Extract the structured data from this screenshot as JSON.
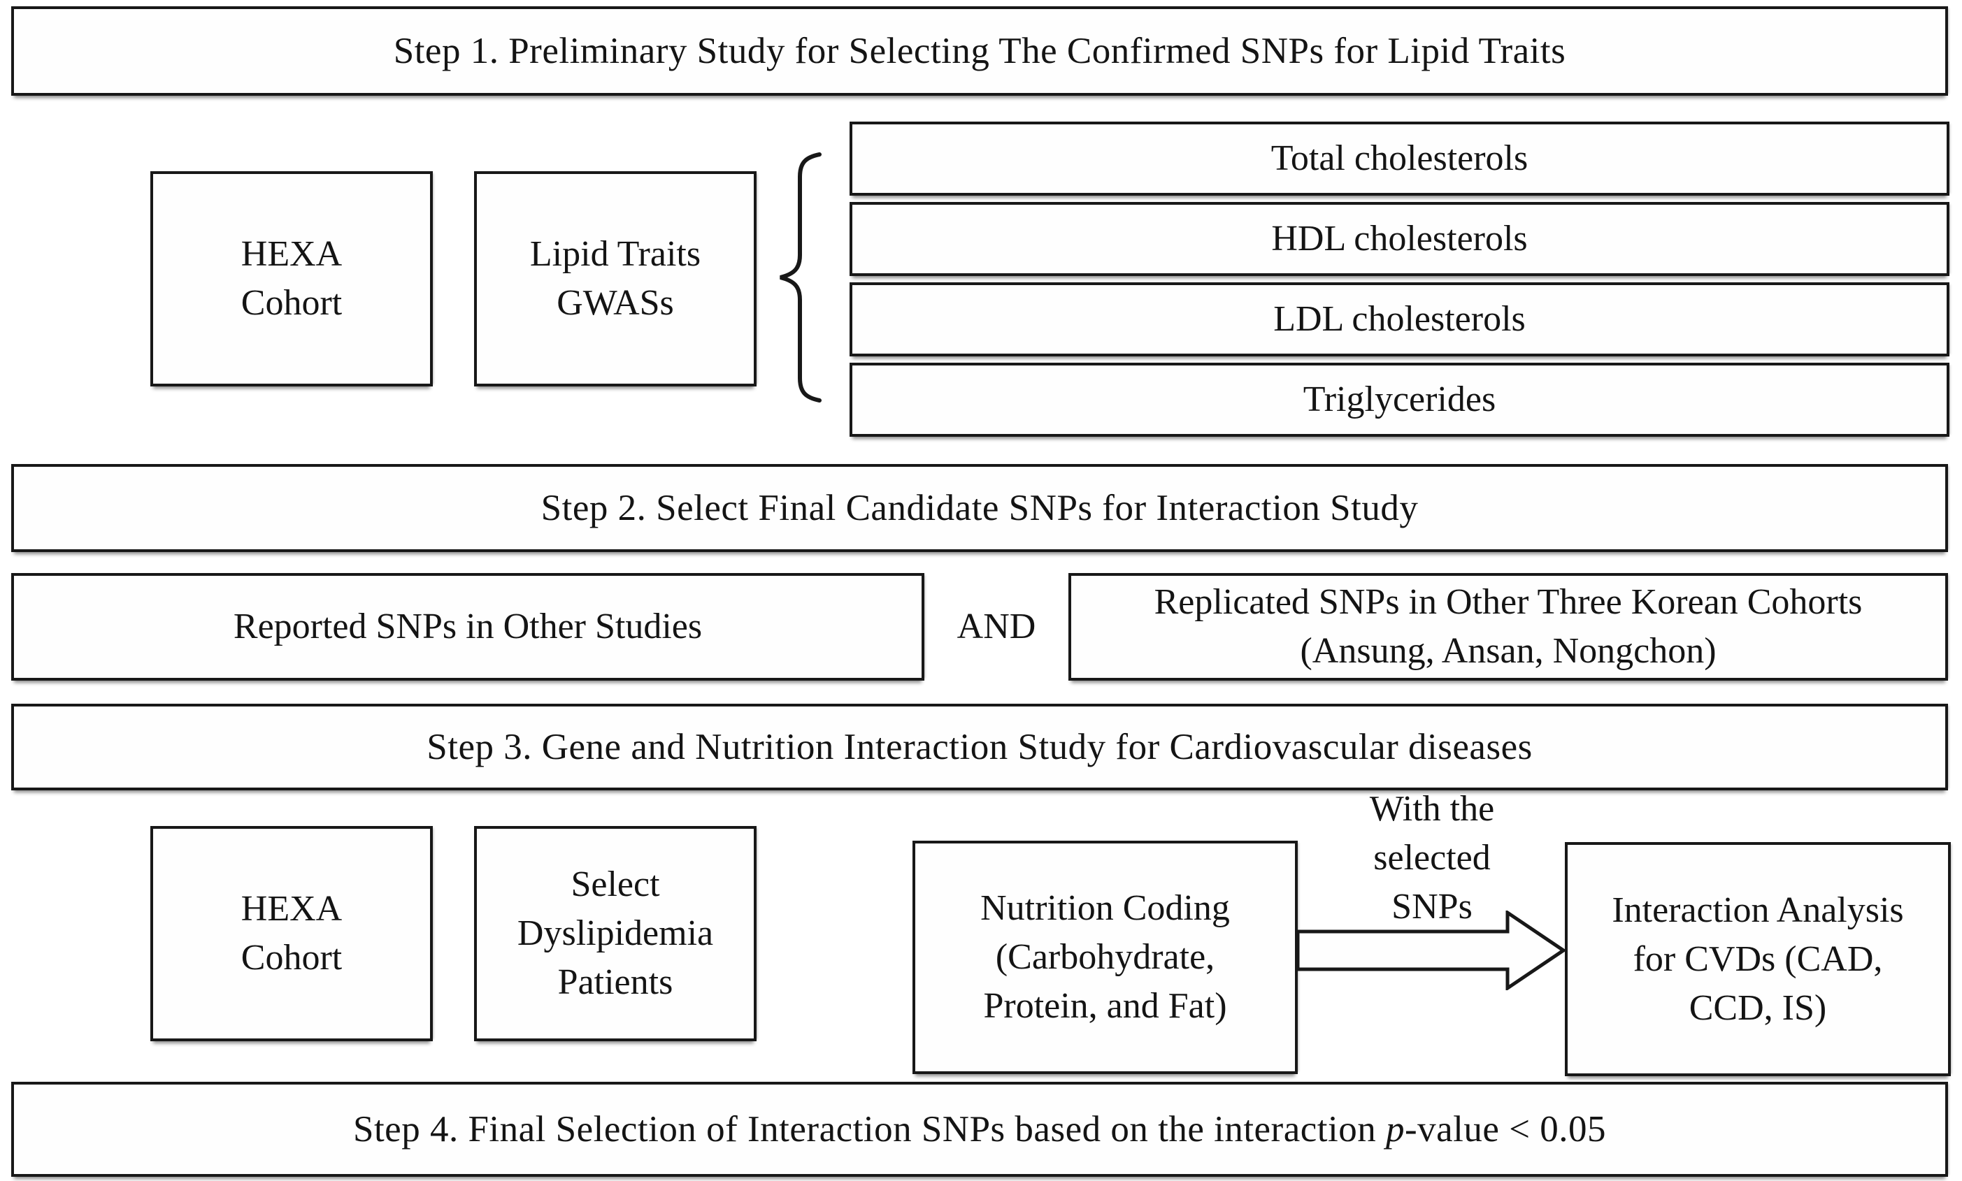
{
  "colors": {
    "ink": "#141414",
    "paper": "#ffffff"
  },
  "icons": {
    "grouping_brace": "curly-brace-left",
    "flow_arrow": "block-arrow-right"
  },
  "figure": {
    "step1_banner": "Step 1. Preliminary Study for Selecting The Confirmed SNPs for Lipid Traits",
    "step2_banner": "Step 2. Select Final Candidate SNPs for Interaction Study",
    "step3_banner": "Step 3. Gene and Nutrition Interaction Study for Cardiovascular diseases",
    "step4_banner": {
      "prefix": "Step 4. Final Selection of Interaction SNPs based on the interaction ",
      "italic_term": "p",
      "suffix": "-value < 0.05"
    },
    "step1": {
      "hexa_box": "HEXA\nCohort",
      "gwas_box": "Lipid Traits\nGWASs",
      "traits": [
        "Total cholesterols",
        "HDL cholesterols",
        "LDL cholesterols",
        "Triglycerides"
      ]
    },
    "step2": {
      "reported_box": "Reported SNPs in Other Studies",
      "operator": "AND",
      "replicated_box": "Replicated SNPs in Other Three Korean Cohorts\n(Ansung, Ansan, Nongchon)"
    },
    "step3": {
      "hexa_box": "HEXA\nCohort",
      "select_box": "Select\nDyslipidemia\nPatients",
      "nutrition_box": "Nutrition Coding\n(Carbohydrate,\nProtein, and Fat)",
      "arrow_label": "With the\nselected\nSNPs",
      "interaction_box": "Interaction Analysis\nfor CVDs (CAD,\nCCD, IS)"
    }
  }
}
